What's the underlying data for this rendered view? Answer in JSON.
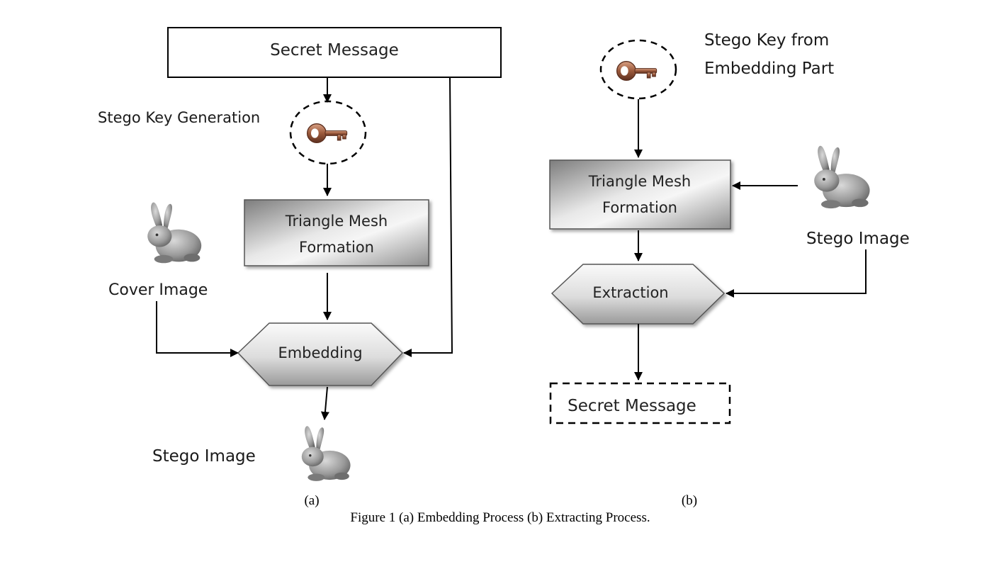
{
  "figure": {
    "caption": "Figure 1 (a) Embedding Process (b) Extracting Process.",
    "panel_a_label": "(a)",
    "panel_b_label": "(b)"
  },
  "panel_a": {
    "secret_message": "Secret Message",
    "stego_key_label": "Stego Key Generation",
    "mesh_line1": "Triangle Mesh",
    "mesh_line2": "Formation",
    "cover_image_label": "Cover Image",
    "embedding": "Embedding",
    "stego_image_label": "Stego Image"
  },
  "panel_b": {
    "stego_key_line1": "Stego Key from",
    "stego_key_line2": "Embedding Part",
    "mesh_line1": "Triangle Mesh",
    "mesh_line2": "Formation",
    "stego_image_label": "Stego Image",
    "extraction": "Extraction",
    "secret_message": "Secret Message"
  },
  "colors": {
    "box_gradient_dark": "#8a8a8a",
    "box_gradient_light": "#f4f4f4",
    "key_copper": "#9c5a3c",
    "bunny_gray": "#8e8e8e"
  }
}
